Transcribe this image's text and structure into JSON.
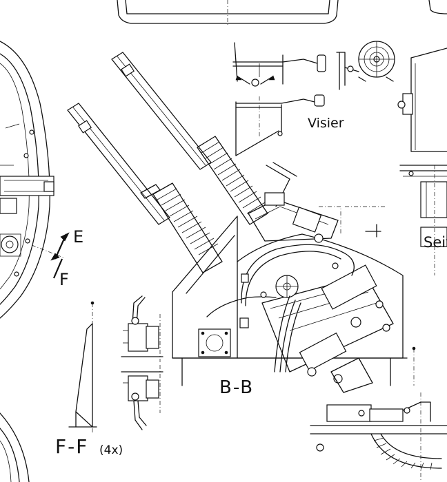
{
  "labels": {
    "visier": "Visier",
    "seite_partial": "Seit",
    "section_bb": "B-B",
    "marker_e": "E",
    "marker_f": "F",
    "section_ff": "F-F",
    "section_ff_count": "(4x)"
  }
}
